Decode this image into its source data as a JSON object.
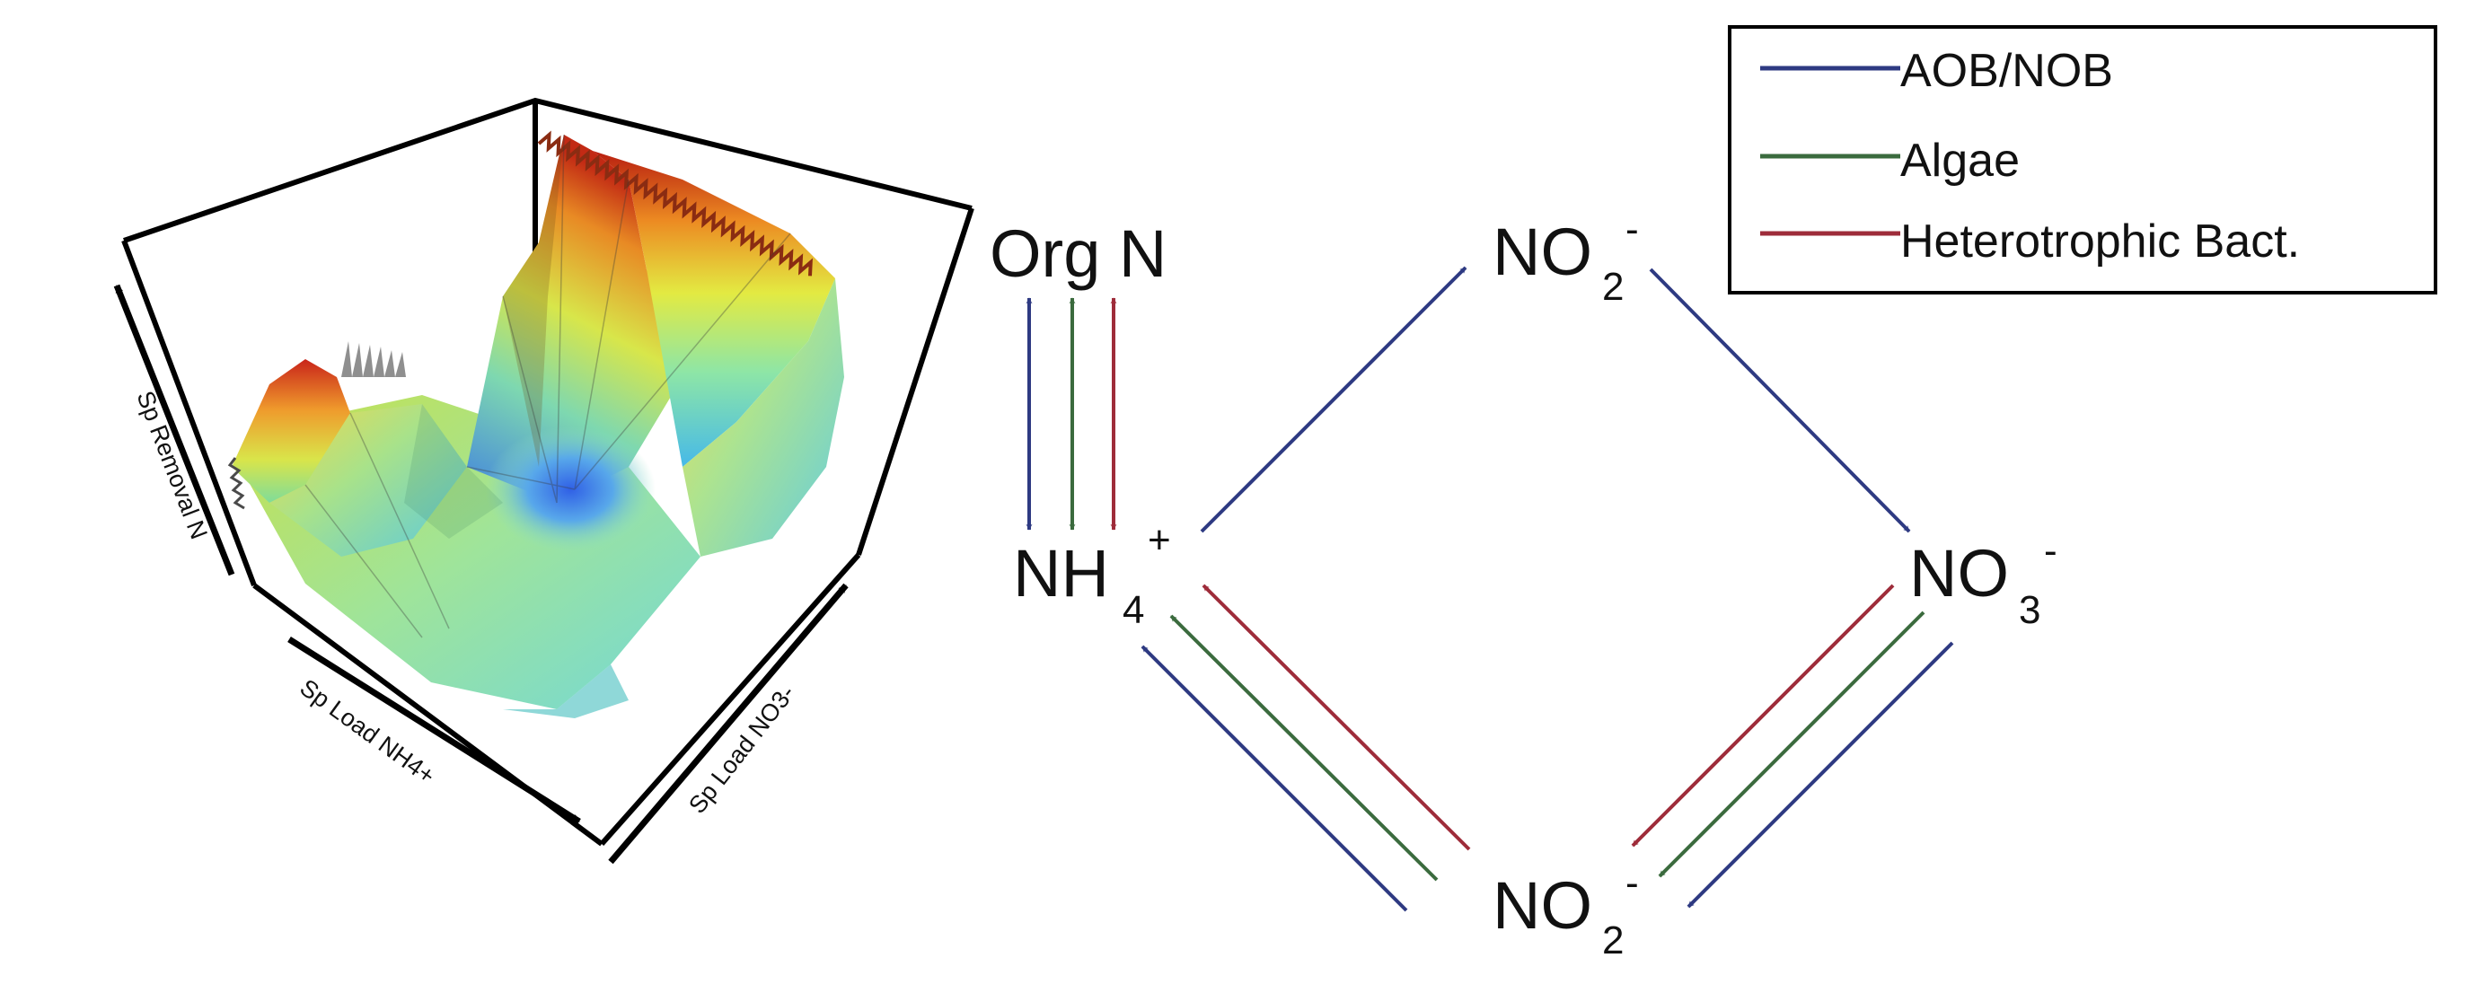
{
  "surface_plot": {
    "axis_labels": {
      "z": "Sp Removal N",
      "x": "Sp Load NH4+",
      "y": "Sp Load NO3-"
    }
  },
  "legend": {
    "entries": [
      {
        "label": "AOB/NOB",
        "color": "#2e3a82"
      },
      {
        "label": "Algae",
        "color": "#3b6b3e"
      },
      {
        "label": "Heterotrophic Bact.",
        "color": "#9e2c3a"
      }
    ]
  },
  "nodes": {
    "org_n": {
      "text": "Org N"
    },
    "nh4": {
      "text": "NH",
      "sub": "4",
      "sup": "+"
    },
    "no2_top": {
      "text": "NO",
      "sub": "2",
      "sup": "-"
    },
    "no3": {
      "text": "NO",
      "sub": "3",
      "sup": "-"
    },
    "no2_bottom": {
      "text": "NO",
      "sub": "2",
      "sup": "-"
    }
  },
  "colors": {
    "aob_nob": "#2e3a82",
    "algae": "#3b6b3e",
    "heterotrophic": "#9e2c3a"
  }
}
